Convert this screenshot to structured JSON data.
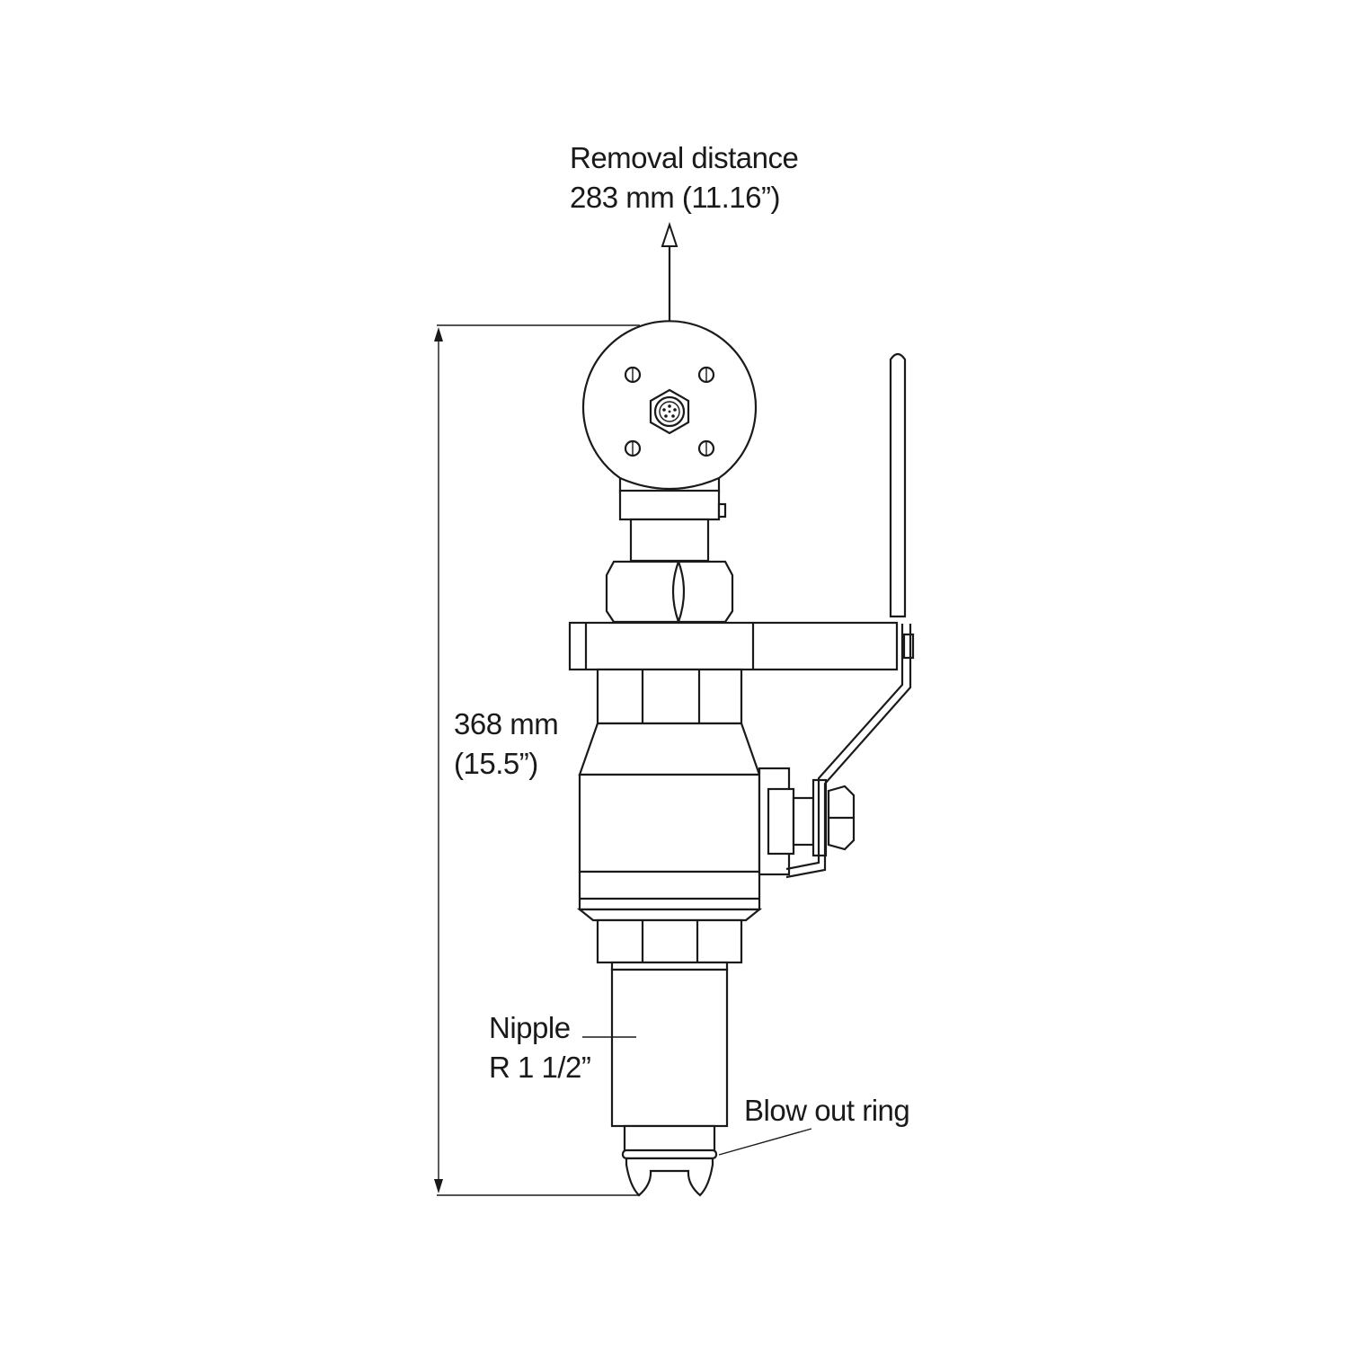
{
  "labels": {
    "removal_line1": "Removal distance",
    "removal_line2": "283 mm (11.16”)",
    "height_line1": "368 mm",
    "height_line2": "(15.5”)",
    "nipple_line1": "Nipple",
    "nipple_line2": "R 1 1/2”",
    "blow_out_ring": "Blow out ring"
  },
  "colors": {
    "stroke": "#1a1a1a",
    "background": "#ffffff"
  }
}
